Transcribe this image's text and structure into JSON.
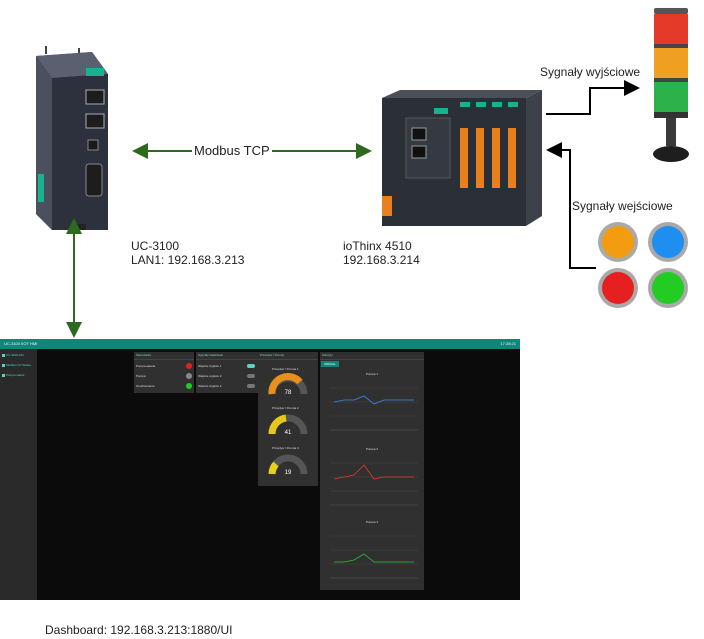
{
  "labels": {
    "uc_name": "UC-3100",
    "uc_lan": "LAN1: 192.168.3.213",
    "io_name": "ioThinx 4510",
    "io_ip": "192.168.3.214",
    "modbus": "Modbus TCP",
    "outputs": "Sygnały wyjściowe",
    "inputs": "Sygnały wejściowe",
    "dashboard": "Dashboard: 192.168.3.213:1880/UI"
  },
  "colors": {
    "arrow_green": "#2d6a1e",
    "teal": "#10867a",
    "button_orange": "#f39c12",
    "button_blue": "#1e8ff0",
    "button_red": "#e62020",
    "button_green": "#22cc22",
    "gauge_orange": "#e8901a",
    "gauge_yellow": "#e6d21a"
  },
  "dashboard_ui": {
    "title": "UC-3100 IIOT HMI",
    "clock": "17:28:21",
    "menu": [
      "UC-3100 AIO",
      "Modbus I/O Status",
      "Pompa status"
    ],
    "cards": {
      "pumps": {
        "title": "Sterowanie",
        "rows": [
          "Pompa awaria",
          "Pompa",
          "Uruchomienie"
        ]
      },
      "inputs": {
        "title": "Sygnały wejściowe",
        "rows": [
          "Wejście wyjście 1",
          "Wejście wyjście 2",
          "Wejście wyjście 3"
        ]
      },
      "gauges": {
        "title": "Przepływ / Pompy",
        "items": [
          {
            "label": "Przepływ / Pompa 1",
            "value": "78"
          },
          {
            "label": "Przepływ / Pompa 2",
            "value": "41"
          },
          {
            "label": "Przepływ / Pompa 3",
            "value": "19"
          }
        ]
      },
      "charts": {
        "title": "Odczyty",
        "tab": "WIZUAL",
        "panels": [
          "Pompa 1",
          "Pompa 2",
          "Pompa 3"
        ]
      }
    }
  }
}
